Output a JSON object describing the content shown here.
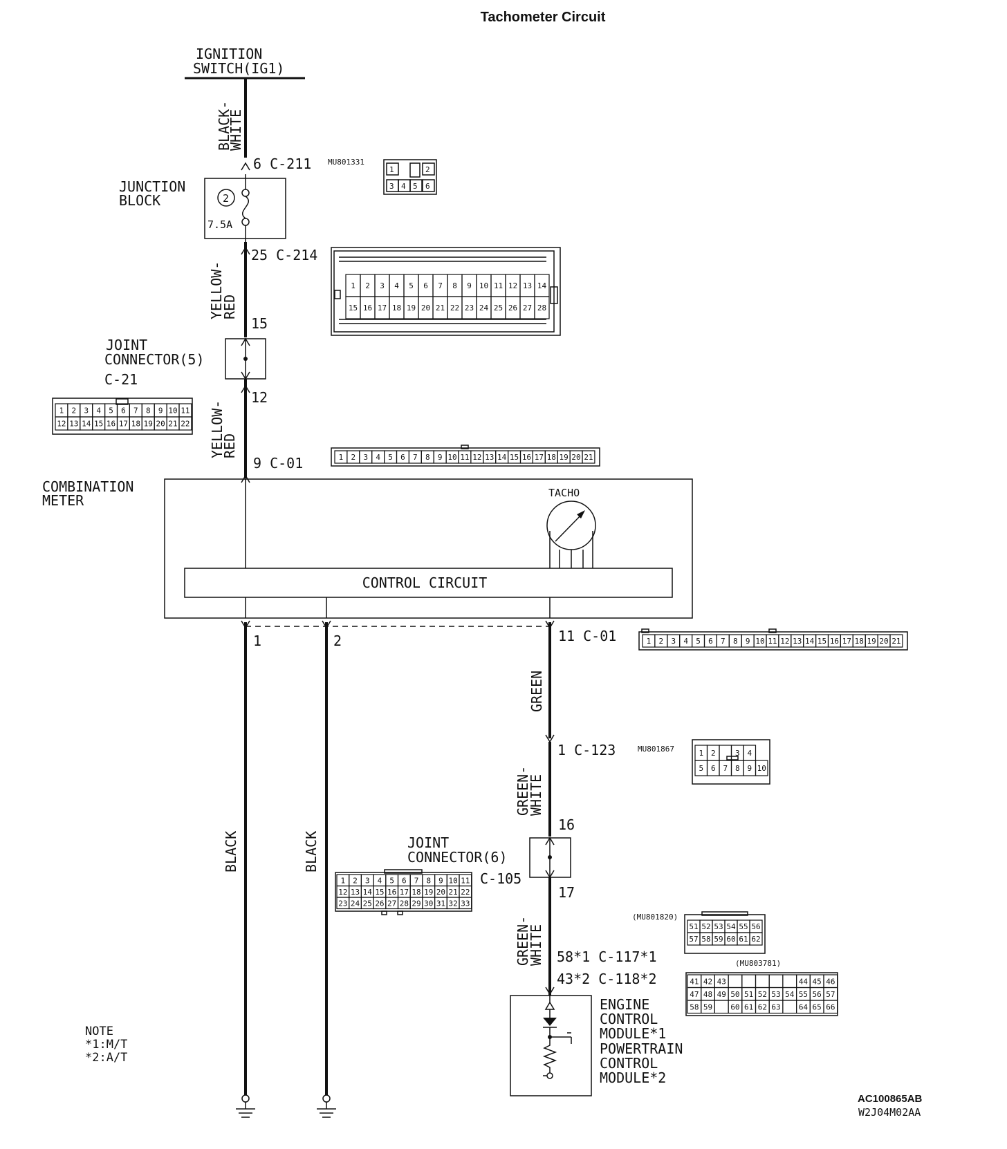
{
  "title": "Tachometer Circuit",
  "figure_code": "AC100865AB",
  "drawing_code": "W2J04M02AA",
  "components": {
    "ignition_switch": [
      "IGNITION",
      "SWITCH(IG1)"
    ],
    "junction_block": [
      "JUNCTION",
      "BLOCK"
    ],
    "fuse_number": "2",
    "fuse_rating": "7.5A",
    "joint_connector_5": [
      "JOINT",
      "CONNECTOR(5)"
    ],
    "joint_connector_5_id": "C-21",
    "combination_meter": [
      "COMBINATION",
      "METER"
    ],
    "tacho": "TACHO",
    "control_circuit": "CONTROL CIRCUIT",
    "joint_connector_6": [
      "JOINT",
      "CONNECTOR(6)"
    ],
    "joint_connector_6_id": "C-105",
    "ecm": [
      "ENGINE",
      "CONTROL",
      "MODULE*1"
    ],
    "pcm": [
      "POWERTRAIN",
      "CONTROL",
      "MODULE*2"
    ]
  },
  "wires": {
    "w1": [
      "BLACK-",
      "WHITE"
    ],
    "w2": [
      "YELLOW-",
      "RED"
    ],
    "w3": [
      "YELLOW-",
      "RED"
    ],
    "w4": "BLACK",
    "w5": "BLACK",
    "w6": "GREEN",
    "w7": [
      "GREEN-",
      "WHITE"
    ],
    "w8": [
      "GREEN-",
      "WHITE"
    ]
  },
  "pins": {
    "c211": "6  C-211",
    "c214": "25 C-214",
    "p15": "15",
    "p12": "12",
    "c01_top": "9  C-01",
    "p1": "1",
    "p2": "2",
    "c01_bottom": "11  C-01",
    "c123": "1  C-123",
    "p16": "16",
    "p17": "17",
    "c117": "58*1  C-117*1",
    "c118": "43*2  C-118*2"
  },
  "part_numbers": {
    "mu801331": "MU801331",
    "mu801867": "MU801867",
    "mu801820": "(MU801820)",
    "mu803781": "(MU803781)"
  },
  "note": [
    "NOTE",
    "*1:M/T",
    "*2:A/T"
  ],
  "connectors": {
    "c211_pins": [
      [
        "1",
        "",
        "2"
      ],
      [
        "3",
        "4",
        "5",
        "6"
      ]
    ],
    "c214_pins": [
      [
        "1",
        "2",
        "3",
        "4",
        "5",
        "6",
        "7",
        "8",
        "9",
        "10",
        "11",
        "12",
        "13",
        "14"
      ],
      [
        "15",
        "16",
        "17",
        "18",
        "19",
        "20",
        "21",
        "22",
        "23",
        "24",
        "25",
        "26",
        "27",
        "28"
      ]
    ],
    "c21_pins": [
      [
        "1",
        "2",
        "3",
        "4",
        "5",
        "6",
        "7",
        "8",
        "9",
        "10",
        "11"
      ],
      [
        "12",
        "13",
        "14",
        "15",
        "16",
        "17",
        "18",
        "19",
        "20",
        "21",
        "22"
      ]
    ],
    "c01_pins": [
      "1",
      "2",
      "3",
      "4",
      "5",
      "6",
      "7",
      "8",
      "9",
      "10",
      "11",
      "12",
      "13",
      "14",
      "15",
      "16",
      "17",
      "18",
      "19",
      "20",
      "21"
    ],
    "c123_pins": [
      [
        "1",
        "2",
        "",
        "3",
        "4"
      ],
      [
        "5",
        "6",
        "7",
        "8",
        "9",
        "10"
      ]
    ],
    "c105_pins": [
      [
        "1",
        "2",
        "3",
        "4",
        "5",
        "6",
        "7",
        "8",
        "9",
        "10",
        "11"
      ],
      [
        "12",
        "13",
        "14",
        "15",
        "16",
        "17",
        "18",
        "19",
        "20",
        "21",
        "22"
      ],
      [
        "23",
        "24",
        "25",
        "26",
        "27",
        "28",
        "29",
        "30",
        "31",
        "32",
        "33"
      ]
    ],
    "c117_pins": [
      [
        "51",
        "52",
        "53",
        "54",
        "55",
        "56"
      ],
      [
        "57",
        "58",
        "59",
        "60",
        "61",
        "62"
      ]
    ],
    "c118_pins": [
      [
        "41",
        "42",
        "43",
        "",
        "",
        "",
        "",
        "",
        "44",
        "45",
        "46"
      ],
      [
        "47",
        "48",
        "49",
        "50",
        "51",
        "52",
        "53",
        "54",
        "55",
        "56",
        "57"
      ],
      [
        "58",
        "59",
        "",
        "60",
        "61",
        "62",
        "63",
        "",
        "64",
        "65",
        "66"
      ]
    ]
  }
}
